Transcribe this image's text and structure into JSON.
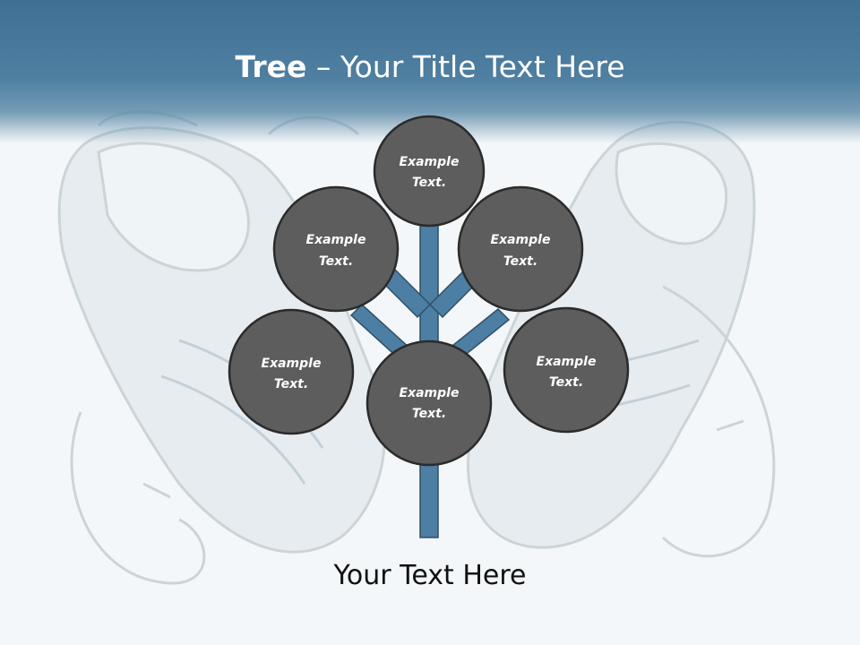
{
  "slide": {
    "title_bold": "Tree",
    "title_rest": " – Your Title Text Here",
    "caption": "Your Text Here"
  },
  "colors": {
    "header": "#4a7a9c",
    "branch": "#4d7ea3",
    "branch_outline": "#2f4f66",
    "node_fill": "#5d5d5d",
    "node_stroke": "#2b2b2b",
    "node_text": "#ffffff"
  },
  "nodes": [
    {
      "id": "top",
      "line1": "Example",
      "line2": "Text."
    },
    {
      "id": "upper-left",
      "line1": "Example",
      "line2": "Text."
    },
    {
      "id": "upper-right",
      "line1": "Example",
      "line2": "Text."
    },
    {
      "id": "lower-left",
      "line1": "Example",
      "line2": "Text."
    },
    {
      "id": "lower-right",
      "line1": "Example",
      "line2": "Text."
    },
    {
      "id": "center",
      "line1": "Example",
      "line2": "Text."
    }
  ],
  "background_image": "running-shoes"
}
